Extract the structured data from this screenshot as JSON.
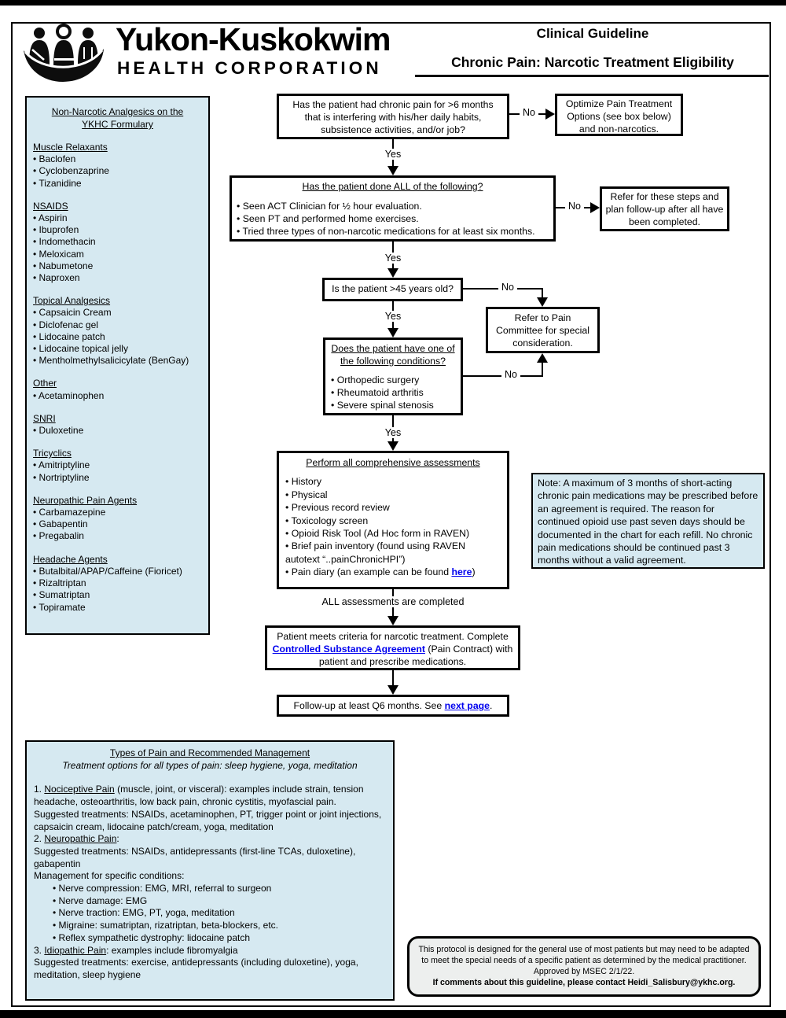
{
  "header": {
    "org_name": "Yukon-Kuskokwim",
    "org_subname": "HEALTH CORPORATION",
    "doc_type": "Clinical Guideline",
    "doc_title": "Chronic Pain: Narcotic Treatment Eligibility"
  },
  "formulary": {
    "title_line1": "Non-Narcotic Analgesics on the",
    "title_line2": "YKHC Formulary",
    "sections": [
      {
        "heading": "Muscle Relaxants",
        "items": [
          "Baclofen",
          "Cyclobenzaprine",
          "Tizanidine"
        ]
      },
      {
        "heading": "NSAIDS",
        "items": [
          "Aspirin",
          "Ibuprofen",
          "Indomethacin",
          "Meloxicam",
          "Nabumetone",
          "Naproxen"
        ]
      },
      {
        "heading": "Topical Analgesics",
        "items": [
          "Capsaicin Cream",
          "Diclofenac gel",
          "Lidocaine patch",
          "Lidocaine topical jelly",
          "Mentholmethylsalicicylate (BenGay)"
        ]
      },
      {
        "heading": "Other",
        "items": [
          "Acetaminophen"
        ]
      },
      {
        "heading": "SNRI",
        "items": [
          "Duloxetine"
        ]
      },
      {
        "heading": "Tricyclics",
        "items": [
          "Amitriptyline",
          "Nortriptyline"
        ]
      },
      {
        "heading": "Neuropathic Pain Agents",
        "items": [
          "Carbamazepine",
          "Gabapentin",
          "Pregabalin"
        ]
      },
      {
        "heading": "Headache Agents",
        "items": [
          "Butalbital/APAP/Caffeine (Fioricet)",
          "Rizaltriptan",
          "Sumatriptan",
          "Topiramate"
        ]
      }
    ]
  },
  "flow": {
    "labels": {
      "yes": "Yes",
      "no": "No"
    },
    "q_chronic_pain": "Has the patient had chronic pain for >6 months that is interfering with his/her daily habits, subsistence activities, and/or job?",
    "optimize": "Optimize Pain Treatment Options (see box below) and non-narcotics.",
    "q_done_all": {
      "title": "Has the patient done ALL of the following?",
      "items": [
        "Seen ACT Clinician for ½ hour evaluation.",
        "Seen PT and performed home exercises.",
        "Tried three types of non-narcotic medications for at least six months."
      ]
    },
    "refer_steps": "Refer for these steps and plan follow-up after all have been completed.",
    "q_age": "Is the patient >45 years old?",
    "pain_committee": "Refer to Pain Committee for special consideration.",
    "q_conditions": {
      "title": "Does the patient have one of the following conditions?",
      "items": [
        "Orthopedic surgery",
        "Rheumatoid arthritis",
        "Severe spinal stenosis"
      ]
    },
    "assessments": {
      "title": "Perform all comprehensive assessments",
      "items": [
        "History",
        "Physical",
        "Previous record review",
        "Toxicology screen",
        "Opioid Risk Tool (Ad Hoc form in RAVEN)",
        "Brief pain inventory (found using RAVEN autotext “..painChronicHPI”)"
      ],
      "diary_pre": "Pain diary (an example can be found ",
      "diary_link": "here",
      "diary_post": ")"
    },
    "all_completed": "ALL assessments are completed",
    "criteria": {
      "pre": "Patient meets criteria for narcotic treatment. Complete ",
      "link": "Controlled Substance Agreement",
      "post": " (Pain Contract) with patient and prescribe medications."
    },
    "followup": {
      "pre": "Follow-up at least Q6 months. See ",
      "link": "next page",
      "post": "."
    },
    "note": "Note: A maximum of 3 months of short-acting chronic pain medications may be prescribed before an agreement is required. The reason for continued opioid use past seven days should be documented in the chart for each refill.  No chronic pain medications should be continued past 3 months without a valid agreement."
  },
  "pain_types": {
    "title": "Types of Pain and Recommended Management",
    "subtitle": "Treatment options for all types of pain: sleep hygiene, yoga, meditation",
    "p1_num": "1. ",
    "p1_label": "Nociceptive Pain",
    "p1_rest": " (muscle, joint, or visceral): examples include strain, tension headache, osteoarthritis, low back pain, chronic cystitis, myofascial pain.",
    "p1_treat": "Suggested treatments: NSAIDs, acetaminophen, PT, trigger point or joint injections, capsaicin cream, lidocaine patch/cream, yoga, meditation",
    "p2_num": "2. ",
    "p2_label": "Neuropathic Pain",
    "p2_rest": ":",
    "p2_treat": "Suggested treatments: NSAIDs, antidepressants (first-line TCAs, duloxetine), gabapentin",
    "p2_mgmt": "Management for specific conditions:",
    "p2_bullets": [
      "Nerve compression: EMG, MRI, referral to surgeon",
      "Nerve damage: EMG",
      "Nerve traction: EMG, PT, yoga, meditation",
      "Migraine: sumatriptan, rizatriptan, beta-blockers, etc.",
      "Reflex sympathetic dystrophy: lidocaine patch"
    ],
    "p3_num": "3. ",
    "p3_label": "Idiopathic Pain",
    "p3_rest": ": examples include fibromyalgia",
    "p3_treat": "Suggested treatments: exercise, antidepressants (including duloxetine), yoga, meditation, sleep hygiene"
  },
  "footer": {
    "line1": "This protocol is designed for the general use of most patients but may need to be adapted to meet the special needs of a specific patient as determined by the medical practitioner.",
    "line2": "Approved by MSEC 2/1/22.",
    "line3": "If comments about this guideline, please contact Heidi_Salisbury@ykhc.org."
  },
  "colors": {
    "panel_blue": "#d6e9f1",
    "footer_gray": "#edefee",
    "link_blue": "#0000ee",
    "ink": "#000000"
  }
}
